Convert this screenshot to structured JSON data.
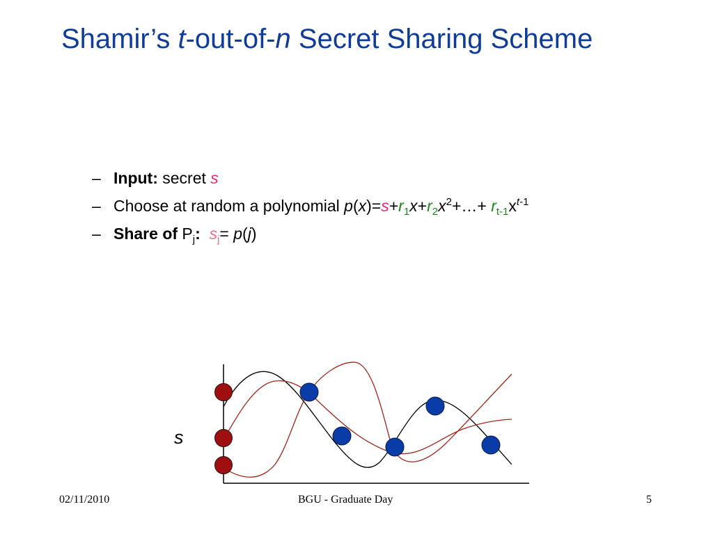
{
  "slide": {
    "title_parts": {
      "prefix": "Shamir’s ",
      "t": "t",
      "mid1": "-out-of-",
      "n": "n",
      "suffix": " Secret Sharing Scheme"
    },
    "bullets": {
      "dash": "–",
      "input_label": "Input:",
      "input_text": "secret",
      "secret_symbol": "s",
      "choose_text": "Choose at random a polynomial",
      "poly": {
        "p": "p",
        "open": "(",
        "x": "x",
        "close_eq": ")=",
        "s": "s",
        "plus1": "+",
        "r1": "r",
        "r1_sub": "1",
        "x1": "x",
        "plus2": "+",
        "r2": "r",
        "r2_sub": "2",
        "x2": "x",
        "x2_sup": "2",
        "ellipsis": "+…+ ",
        "rt": "r",
        "rt_sub": "t-1",
        "xt": "x",
        "xt_sup_t": "t",
        "xt_sup_rest": "-1"
      },
      "share_label": "Share of",
      "P": "P",
      "P_sub": "j",
      "colon": ":",
      "sj": "s",
      "sj_sub": "j",
      "eq": "= ",
      "pj_p": "p",
      "pj_open": "(",
      "pj_j": "j",
      "pj_close": ")"
    },
    "diagram": {
      "y_axis_label": "s",
      "colors": {
        "red_node": "#a00f0f",
        "blue_node": "#0a3ca8",
        "red_curve": "#a3241a",
        "black_curve": "#000000"
      }
    },
    "footer": {
      "date": "02/11/2010",
      "center": "BGU - Graduate Day",
      "page": "5"
    }
  }
}
